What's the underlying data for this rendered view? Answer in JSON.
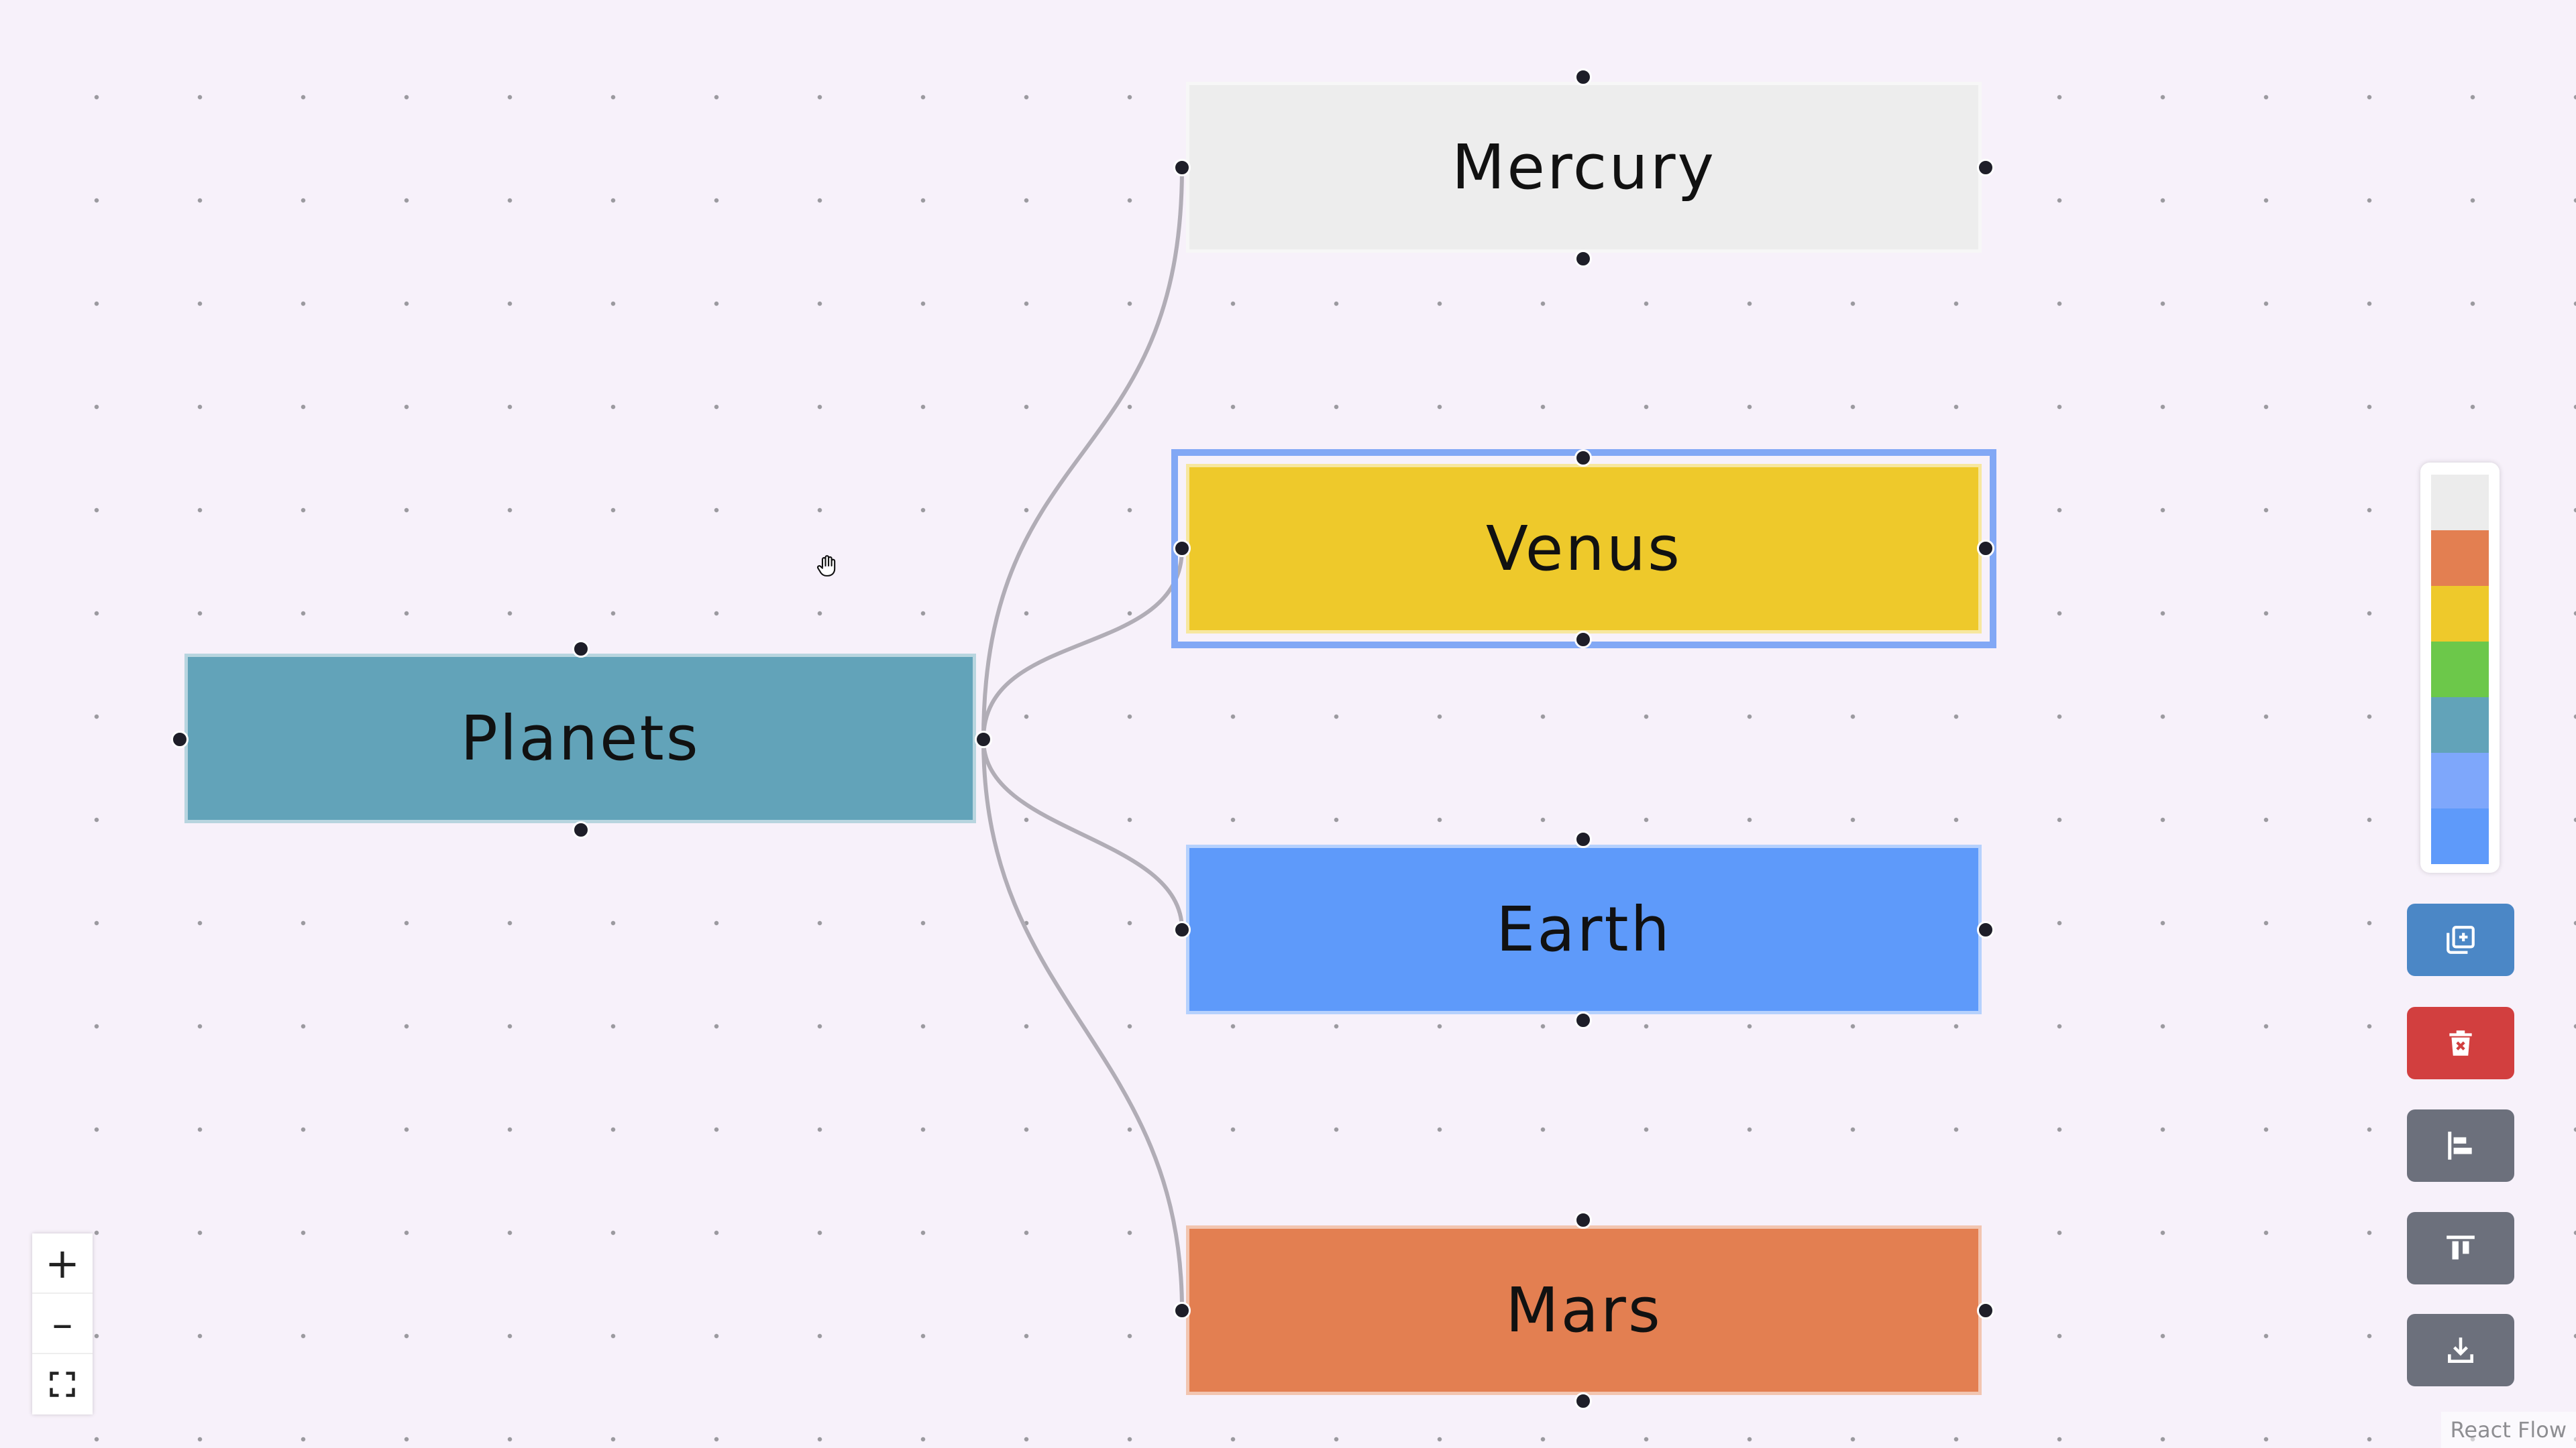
{
  "nodes": [
    {
      "id": "planets",
      "label": "Planets",
      "color": "#62a3b9"
    },
    {
      "id": "mercury",
      "label": "Mercury",
      "color": "#ededed"
    },
    {
      "id": "venus",
      "label": "Venus",
      "color": "#eec92b",
      "selected": true
    },
    {
      "id": "earth",
      "label": "Earth",
      "color": "#5e9afa"
    },
    {
      "id": "mars",
      "label": "Mars",
      "color": "#e37f51"
    }
  ],
  "edges": [
    {
      "source": "planets",
      "target": "mercury"
    },
    {
      "source": "planets",
      "target": "venus"
    },
    {
      "source": "planets",
      "target": "earth"
    },
    {
      "source": "planets",
      "target": "mars"
    }
  ],
  "zoom_controls": {
    "zoom_in_label": "+",
    "zoom_out_label": "–",
    "fit_view_icon": "fullscreen-icon"
  },
  "palette": {
    "swatches": [
      "#ececec",
      "#e37f51",
      "#eec92b",
      "#6cc84a",
      "#62a3b9",
      "#7ea7fb",
      "#5e9afa"
    ]
  },
  "toolbar": [
    {
      "name": "add-node-button",
      "icon": "add-copy-icon",
      "color": "#4b87c6"
    },
    {
      "name": "delete-button",
      "icon": "trash-icon",
      "color": "#d23f3f"
    },
    {
      "name": "align-left-button",
      "icon": "align-left-icon",
      "color": "#6c707c"
    },
    {
      "name": "align-top-button",
      "icon": "align-top-icon",
      "color": "#6c707c"
    },
    {
      "name": "download-button",
      "icon": "download-icon",
      "color": "#6c707c"
    }
  ],
  "attribution": "React Flow"
}
